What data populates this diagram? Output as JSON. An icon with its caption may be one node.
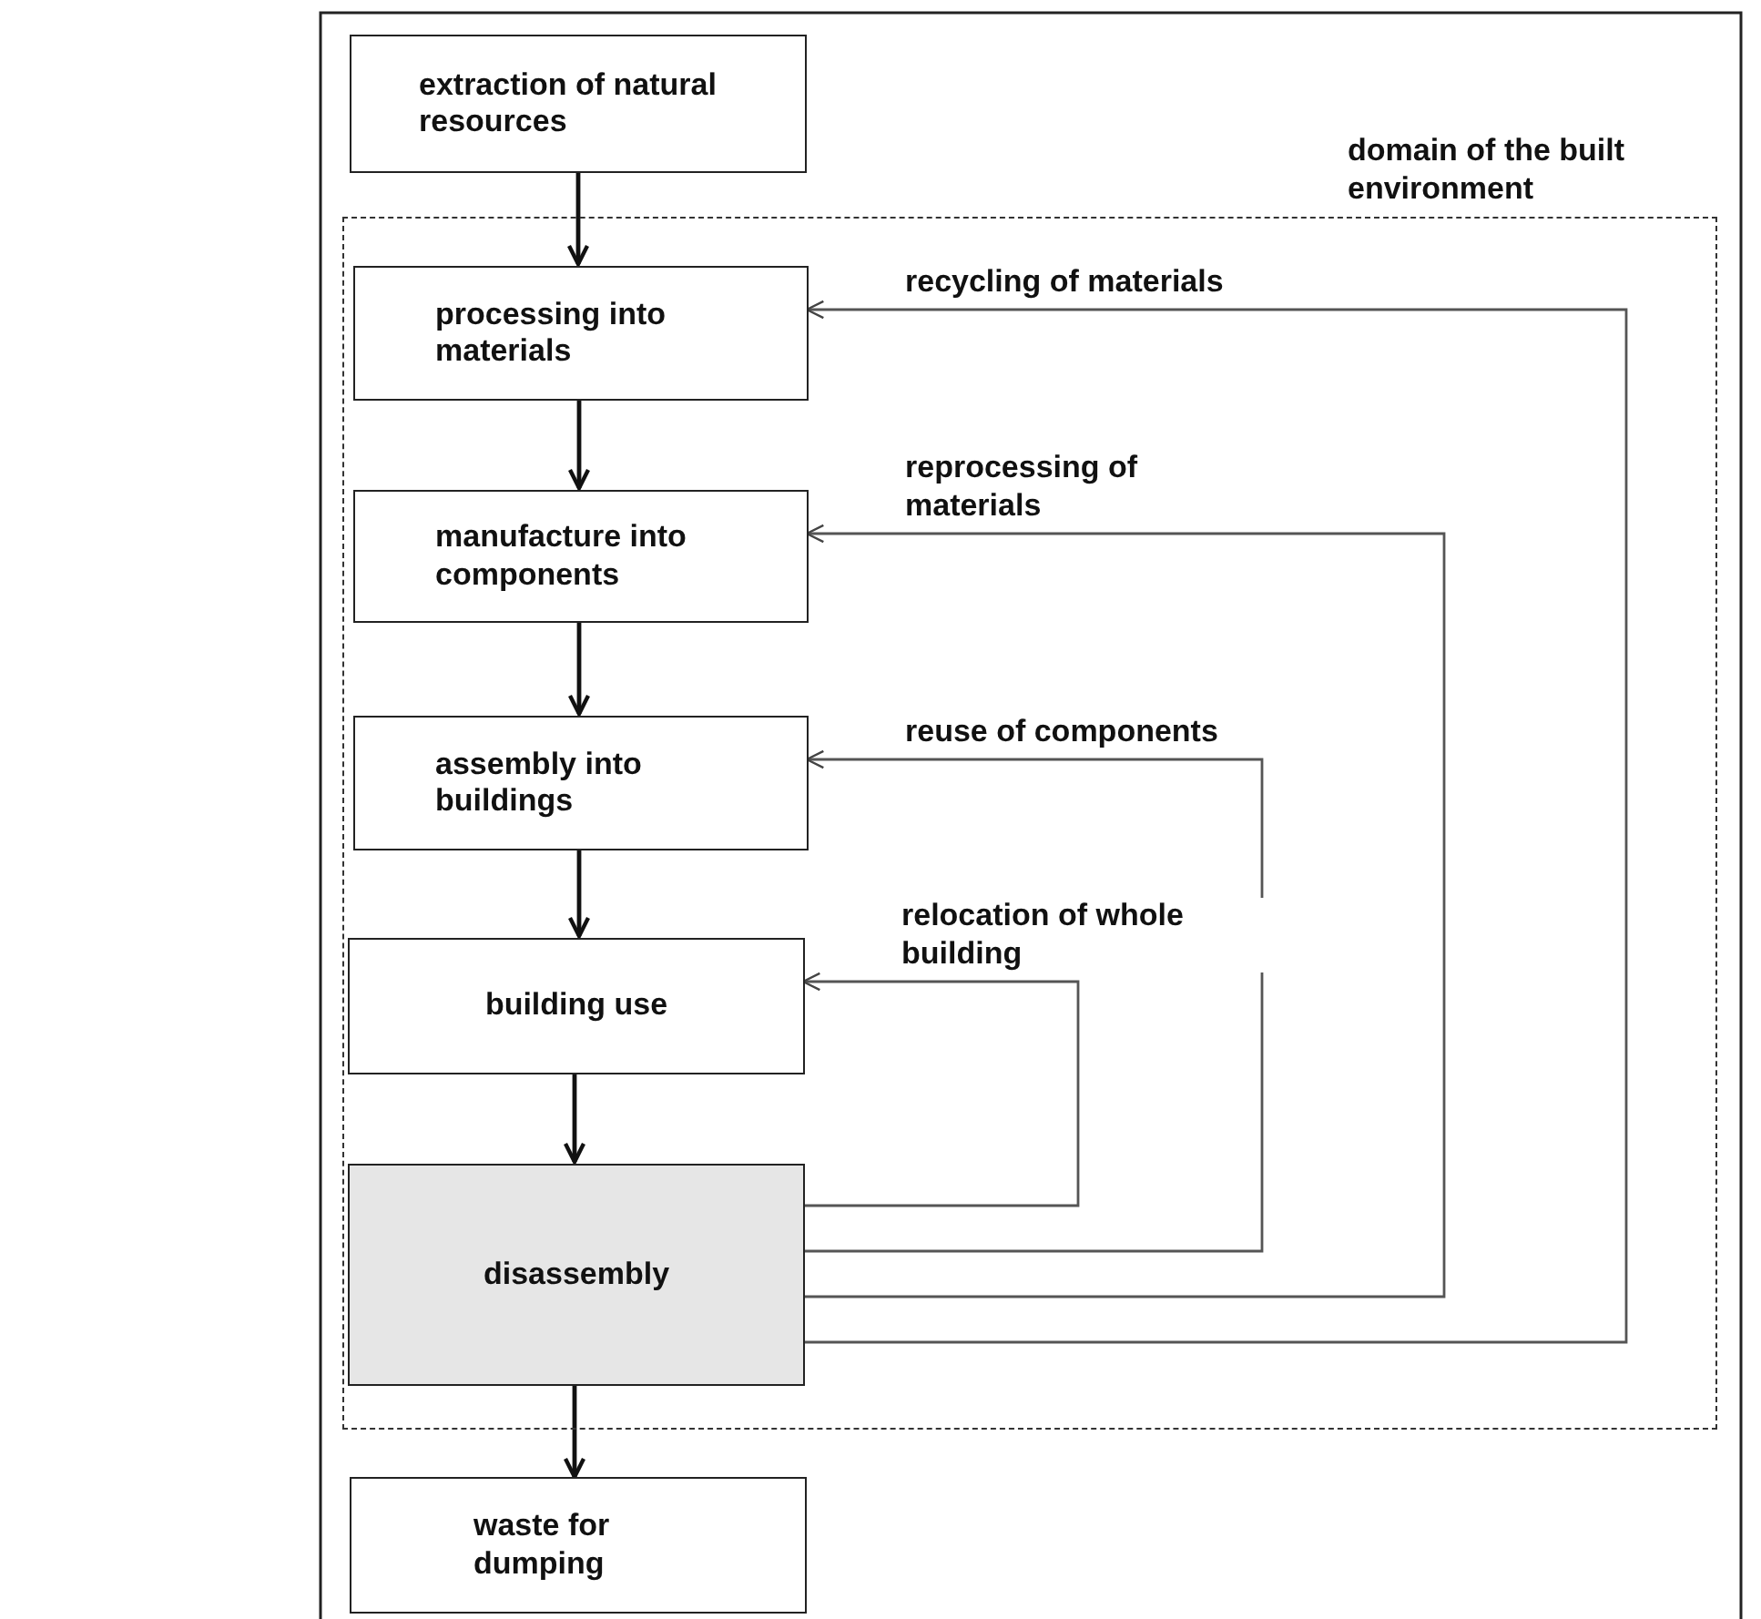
{
  "diagram": {
    "nodes": [
      {
        "text": [
          "extraction of natural resources"
        ]
      },
      {
        "text": [
          "domain of the built environment"
        ]
      },
      {
        "text": [
          "processing into materials"
        ],
        "in": 1
      },
      {
        "text": [
          "manufacture into components"
        ],
        "in": 1
      },
      {
        "text": [
          "assembly into buildings"
        ],
        "in": 1
      },
      {
        "text": [
          "building use"
        ],
        "in": 1
      },
      {
        "text": [
          "disassembly"
        ],
        "in": 1
      },
      {
        "text": [
          "waste for dumping"
        ]
      }
    ],
    "edges": [
      {
        "from": 0,
        "to": 2,
        "arrow": "to"
      },
      {
        "from": 2,
        "to": 3,
        "arrow": "to"
      },
      {
        "from": 3,
        "to": 4,
        "arrow": "to"
      },
      {
        "from": 4,
        "to": 5,
        "arrow": "to"
      },
      {
        "from": 5,
        "to": 6,
        "arrow": "to"
      },
      {
        "from": 6,
        "to": 7,
        "arrow": "to"
      },
      {
        "from": 6,
        "to": 2,
        "arrow": "to",
        "label": "recycling of materials",
        "color": "#555555"
      },
      {
        "from": 6,
        "to": 3,
        "arrow": "to",
        "label": "reprocessing of materials",
        "color": "#555555"
      },
      {
        "from": 6,
        "to": 4,
        "arrow": "to",
        "label": "reuse of components",
        "color": "#555555"
      },
      {
        "from": 6,
        "to": 5,
        "arrow": "to",
        "label": "relocation of whole building",
        "color": "#555555"
      }
    ]
  }
}
